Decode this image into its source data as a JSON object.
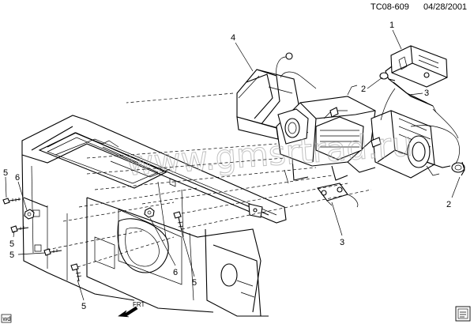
{
  "header": {
    "code": "TC08-609",
    "date": "04/28/2001"
  },
  "watermark": "www.gmsrtrad.ru",
  "callouts": [
    "1",
    "2",
    "3",
    "4",
    "5",
    "6"
  ],
  "direction_arrow": "FRT",
  "corner_tag": "wd"
}
